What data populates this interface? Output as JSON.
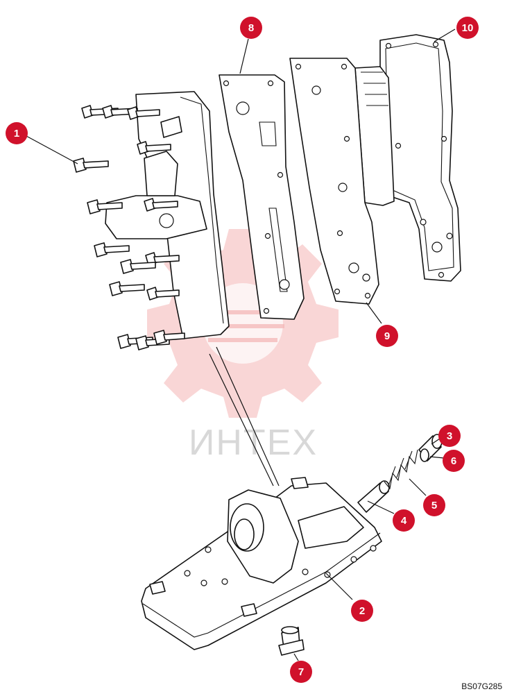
{
  "watermark": {
    "text": "ИНТЕХ",
    "color": "#f4b4b4"
  },
  "drawing_code": "BS07G285",
  "accent_color": "#d0112b",
  "callouts": [
    {
      "id": "1",
      "label": "1"
    },
    {
      "id": "2",
      "label": "2"
    },
    {
      "id": "3",
      "label": "3"
    },
    {
      "id": "4",
      "label": "4"
    },
    {
      "id": "5",
      "label": "5"
    },
    {
      "id": "6",
      "label": "6"
    },
    {
      "id": "7",
      "label": "7"
    },
    {
      "id": "8",
      "label": "8"
    },
    {
      "id": "9",
      "label": "9"
    },
    {
      "id": "10",
      "label": "10"
    }
  ]
}
